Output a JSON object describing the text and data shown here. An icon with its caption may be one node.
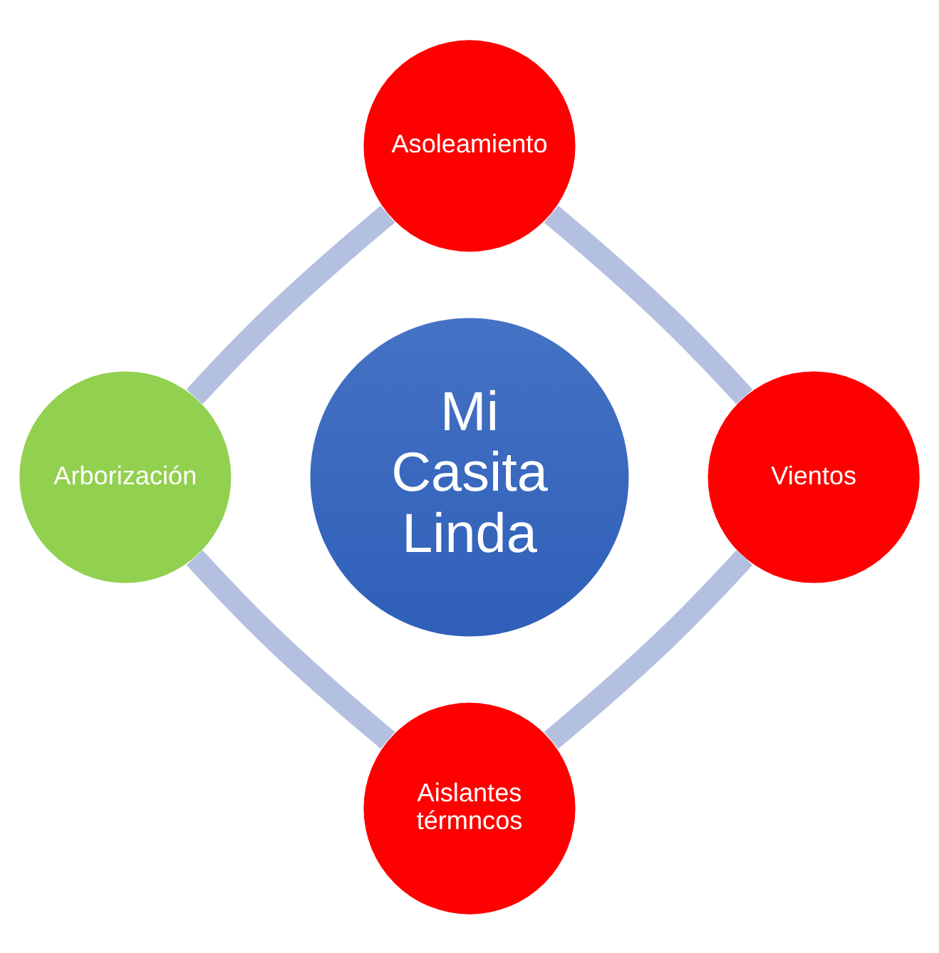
{
  "diagram": {
    "nodes": [
      {
        "text": [
          "Asoleamiento"
        ]
      },
      {
        "text": [
          "Arborización"
        ]
      },
      {
        "text": [
          "Mi Casita Linda"
        ]
      },
      {
        "text": [
          "Vientos"
        ]
      },
      {
        "text": [
          "Aislantes térmncos"
        ]
      }
    ],
    "edges": [
      {
        "from": 0,
        "to": 3,
        "arrow": "none"
      },
      {
        "from": 3,
        "to": 4,
        "arrow": "none"
      },
      {
        "from": 4,
        "to": 1,
        "arrow": "none"
      },
      {
        "from": 1,
        "to": 0,
        "arrow": "none"
      }
    ]
  }
}
